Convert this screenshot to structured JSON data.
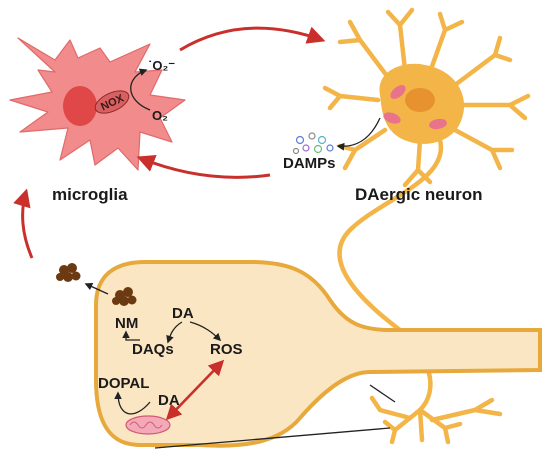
{
  "labels": {
    "microglia": "microglia",
    "neuron": "DAergic neuron",
    "nox": "NOX",
    "superoxide": "˙O₂⁻",
    "oxygen": "O₂",
    "damps": "DAMPs",
    "nm": "NM",
    "da_top": "DA",
    "daqs": "DAQs",
    "ros": "ROS",
    "dopal": "DOPAL",
    "da_bottom": "DA"
  },
  "colors": {
    "microglia_fill": "#f28b8b",
    "microglia_nucleus": "#e04848",
    "neuron_fill": "#f3b548",
    "neuron_nucleus": "#e8912f",
    "terminal_fill": "#fbe6c4",
    "terminal_stroke": "#e7a93c",
    "mito_fill": "#e8738b",
    "arrow_red": "#c9302c",
    "neuromelanin": "#6b3a12"
  }
}
